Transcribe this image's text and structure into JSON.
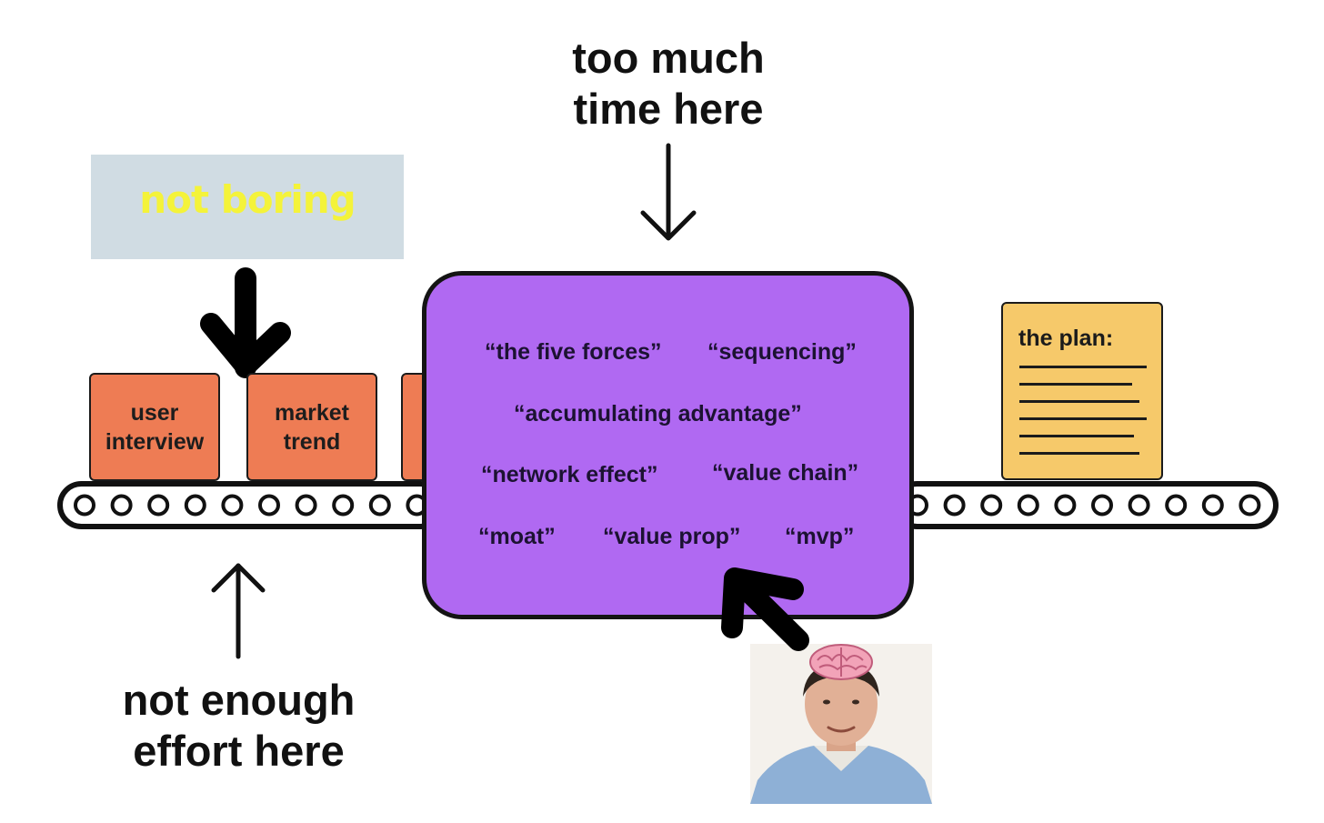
{
  "top_caption": {
    "line1": "too much",
    "line2": "time here"
  },
  "bottom_caption": {
    "line1": "not enough",
    "line2": "effort here"
  },
  "logo": {
    "text": "not boring",
    "text_color": "#f4f33a",
    "background": "#d0dce3"
  },
  "input_boxes": [
    {
      "line1": "user",
      "line2": "interview"
    },
    {
      "line1": "market",
      "line2": "trend"
    },
    {
      "line1": "",
      "line2": ""
    }
  ],
  "machine": {
    "fill": "#b069f2",
    "terms": [
      "“the five forces”",
      "“sequencing”",
      "“accumulating advantage”",
      "“network effect”",
      "“value chain”",
      "“moat”",
      "“value prop”",
      "“mvp”"
    ]
  },
  "output": {
    "title": "the plan:",
    "fill": "#f6c96a"
  },
  "colors": {
    "crate": "#ee7c54",
    "belt": "#111111"
  },
  "icons": [
    "down-arrow-icon",
    "up-arrow-icon",
    "thick-down-arrow-icon",
    "thick-pointer-arrow-icon",
    "brain-icon"
  ]
}
